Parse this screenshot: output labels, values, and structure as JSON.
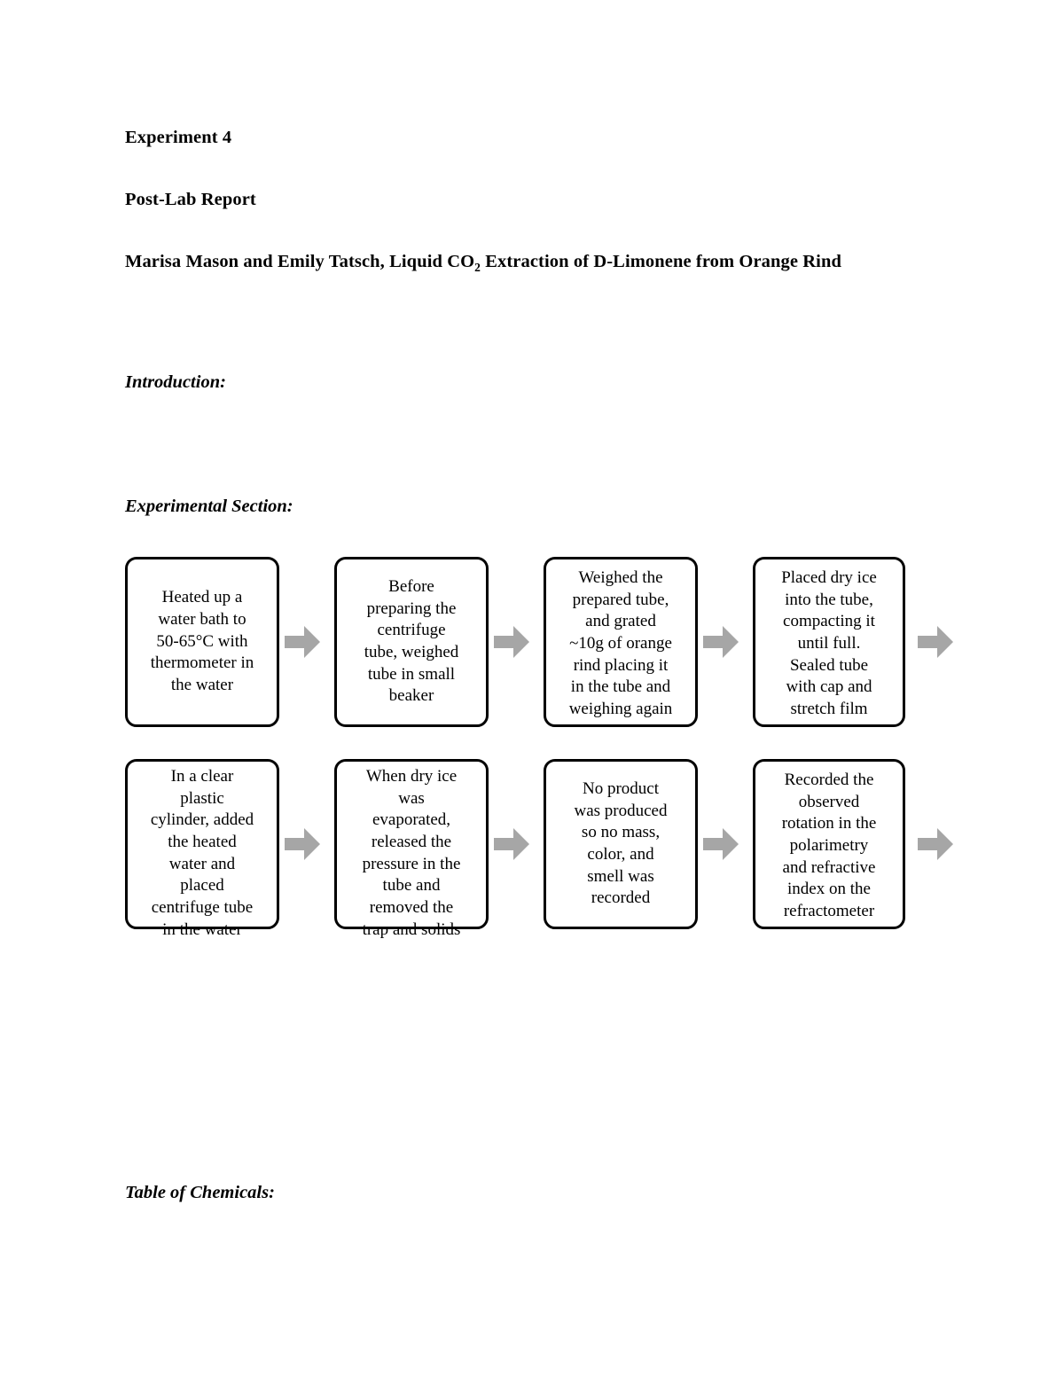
{
  "document": {
    "header": {
      "experiment": "Experiment 4",
      "report_type": "Post-Lab Report",
      "authors_title_prefix": "Marisa Mason and Emily Tatsch, Liquid CO",
      "authors_title_subscript": "2",
      "authors_title_suffix": " Extraction of D-Limonene from Orange Rind",
      "authors_title_full": "Marisa Mason and Emily Tatsch, Liquid CO2 Extraction of D-Limonene from Orange Rind"
    },
    "sections": {
      "introduction": "Introduction:",
      "experimental": "Experimental Section:",
      "table_of_chemicals": "Table of Chemicals:"
    },
    "flowchart": {
      "arrow_color": "#a6a6a6",
      "box_border_color": "#000000",
      "box_fill_color": "#ffffff",
      "rows": [
        {
          "boxes": [
            "Heated up a\nwater bath to\n50-65°C with\nthermometer in\nthe water",
            "Before\npreparing the\ncentrifuge\ntube, weighed\ntube in small\nbeaker",
            "Weighed the\nprepared tube,\nand grated\n~10g of orange\nrind placing it\nin the tube and\nweighing again",
            "Placed dry ice\ninto the tube,\ncompacting it\nuntil full.\nSealed tube\nwith cap and\nstretch film"
          ],
          "arrows": [
            "arrow-right",
            "arrow-right",
            "arrow-right",
            "arrow-right"
          ]
        },
        {
          "boxes": [
            "In a clear\nplastic\ncylinder, added\nthe heated\nwater and\nplaced\ncentrifuge tube\nin the water",
            "When dry ice\nwas\nevaporated,\nreleased the\npressure in the\ntube and\nremoved the\ntrap and solids",
            "No product\nwas produced\nso no mass,\ncolor, and\nsmell was\nrecorded",
            "Recorded the\nobserved\nrotation in the\npolarimetry\nand refractive\nindex on the\nrefractometer"
          ],
          "arrows": [
            "arrow-right",
            "arrow-right",
            "arrow-right",
            "arrow-right"
          ]
        }
      ]
    }
  }
}
